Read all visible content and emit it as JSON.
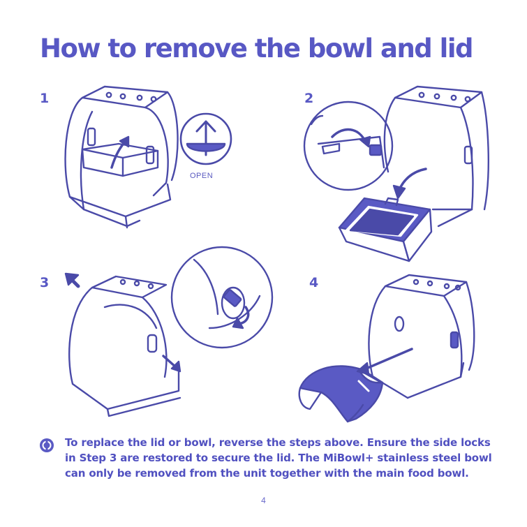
{
  "title": "How to remove the bowl and lid",
  "steps": [
    {
      "number": "1"
    },
    {
      "number": "2"
    },
    {
      "number": "3"
    },
    {
      "number": "4"
    }
  ],
  "open_label": "OPEN",
  "note": {
    "text": "To replace the lid or bowl, reverse the steps above. Ensure the side locks in Step 3 are restored to secure the lid. The MiBowl+ stainless steel bowl can only be removed from the unit together with the main food bowl.",
    "icon": "info-icon"
  },
  "page_number": "4",
  "colors": {
    "primary": "#5858c4",
    "fill": "#5a5ac4",
    "background": "#ffffff"
  }
}
